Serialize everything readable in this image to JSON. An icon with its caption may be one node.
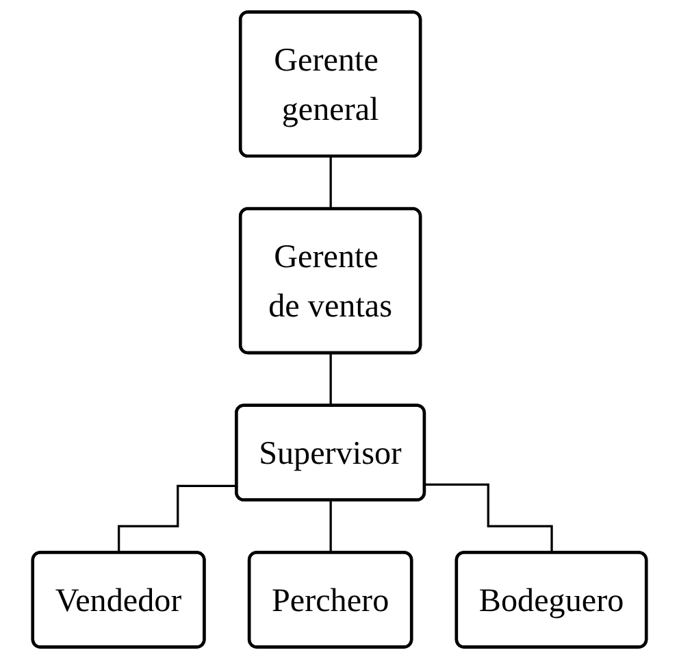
{
  "diagram": {
    "nodes": [
      {
        "text": [
          "Gerente general"
        ]
      },
      {
        "text": [
          "Gerente de ventas"
        ]
      },
      {
        "text": [
          "Supervisor"
        ]
      },
      {
        "text": [
          "Vendedor"
        ]
      },
      {
        "text": [
          "Perchero"
        ]
      },
      {
        "text": [
          "Bodeguero"
        ]
      }
    ],
    "edges": [
      {
        "from": 0,
        "to": 1,
        "arrow": "none"
      },
      {
        "from": 1,
        "to": 2,
        "arrow": "none"
      },
      {
        "from": 2,
        "to": 3,
        "arrow": "none"
      },
      {
        "from": 2,
        "to": 4,
        "arrow": "none"
      },
      {
        "from": 2,
        "to": 5,
        "arrow": "none"
      }
    ]
  }
}
